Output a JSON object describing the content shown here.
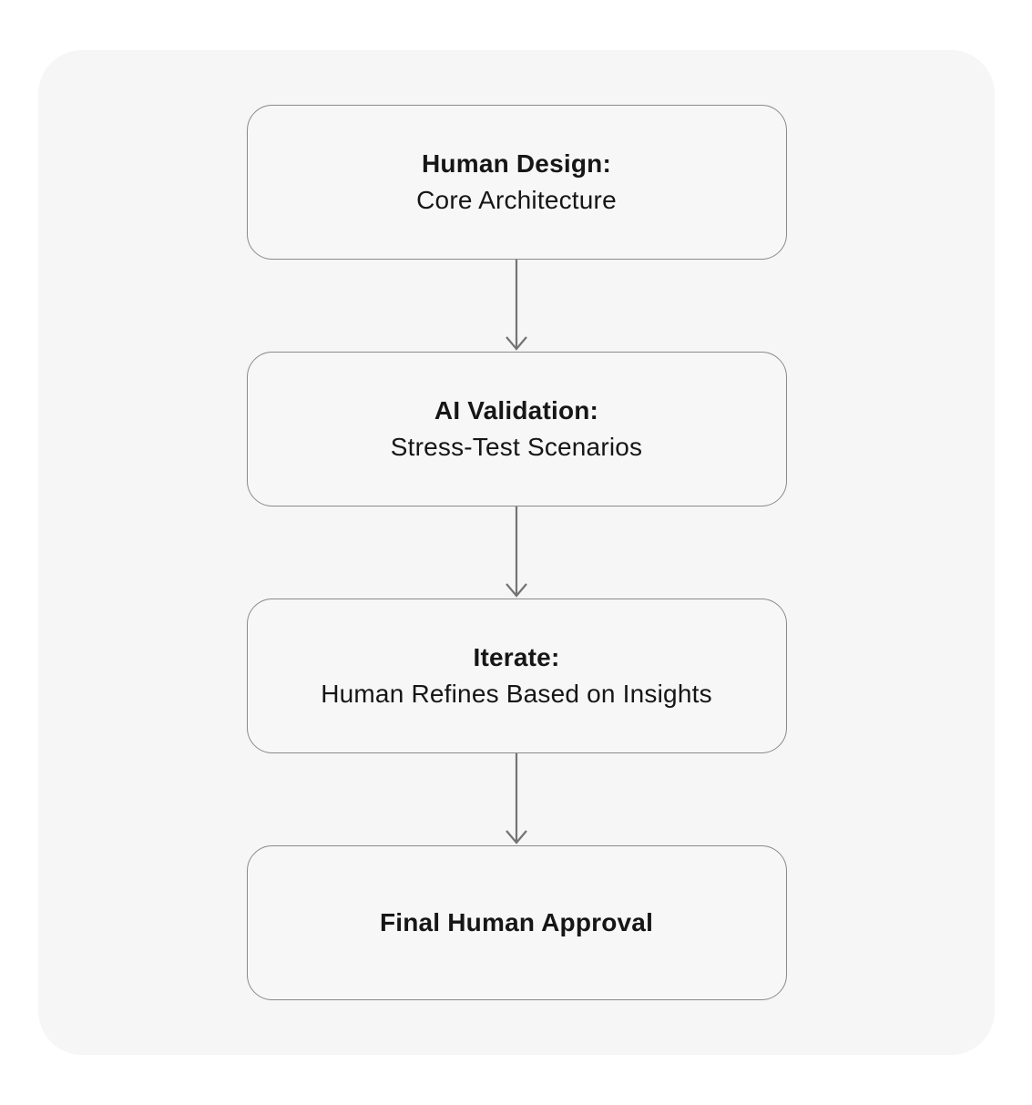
{
  "diagram": {
    "type": "flowchart",
    "direction": "top-down",
    "colors": {
      "page_background": "#ffffff",
      "canvas_background": "#f6f6f6",
      "node_fill": "#f7f7f7",
      "node_border": "#8a8a8a",
      "arrow": "#737373",
      "text": "#161616"
    },
    "nodes": [
      {
        "id": "human-design",
        "title": "Human Design:",
        "subtitle": "Core Architecture"
      },
      {
        "id": "ai-validation",
        "title": "AI Validation:",
        "subtitle": "Stress-Test Scenarios"
      },
      {
        "id": "iterate",
        "title": "Iterate:",
        "subtitle": "Human Refines Based on Insights"
      },
      {
        "id": "final-approval",
        "title": "Final Human Approval",
        "subtitle": ""
      }
    ],
    "edges": [
      {
        "from": "human-design",
        "to": "ai-validation"
      },
      {
        "from": "ai-validation",
        "to": "iterate"
      },
      {
        "from": "iterate",
        "to": "final-approval"
      }
    ]
  }
}
